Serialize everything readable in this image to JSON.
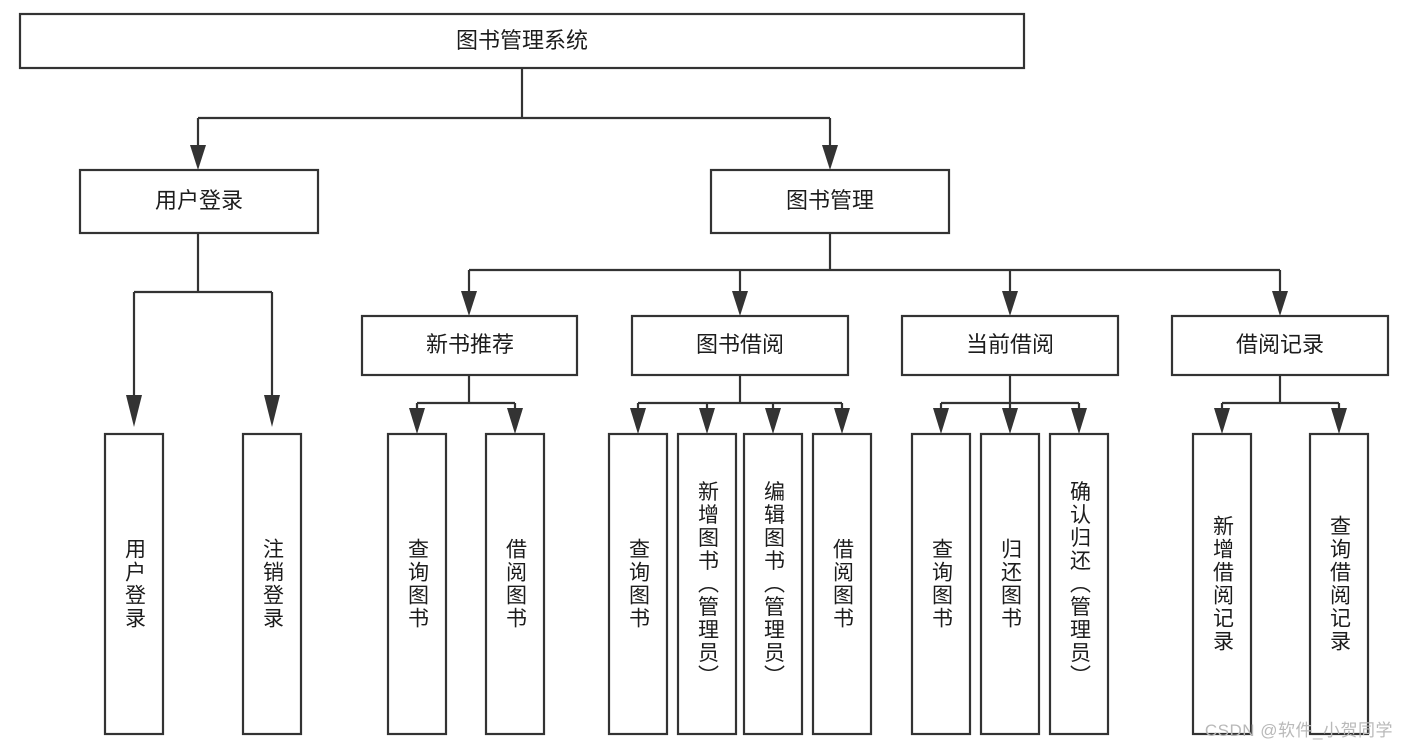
{
  "diagram": {
    "type": "tree-hierarchy-chart",
    "title": "图书管理系统",
    "watermark": "CSDN @软件_小贺同学",
    "levels": {
      "root": {
        "label": "图书管理系统",
        "orientation": "horizontal"
      },
      "level2": [
        {
          "label": "用户登录",
          "orientation": "horizontal"
        },
        {
          "label": "图书管理",
          "orientation": "horizontal"
        }
      ],
      "level3": [
        {
          "label": "新书推荐",
          "orientation": "horizontal",
          "parent": "图书管理"
        },
        {
          "label": "图书借阅",
          "orientation": "horizontal",
          "parent": "图书管理"
        },
        {
          "label": "当前借阅",
          "orientation": "horizontal",
          "parent": "图书管理"
        },
        {
          "label": "借阅记录",
          "orientation": "horizontal",
          "parent": "图书管理"
        }
      ],
      "leaves": [
        {
          "label": "用户登录",
          "orientation": "vertical",
          "parent": "用户登录"
        },
        {
          "label": "注销登录",
          "orientation": "vertical",
          "parent": "用户登录"
        },
        {
          "label": "查询图书",
          "orientation": "vertical",
          "parent": "新书推荐"
        },
        {
          "label": "借阅图书",
          "orientation": "vertical",
          "parent": "新书推荐"
        },
        {
          "label": "查询图书",
          "orientation": "vertical",
          "parent": "图书借阅"
        },
        {
          "label": "新增图书（管理员）",
          "orientation": "vertical",
          "parent": "图书借阅"
        },
        {
          "label": "编辑图书（管理员）",
          "orientation": "vertical",
          "parent": "图书借阅"
        },
        {
          "label": "借阅图书",
          "orientation": "vertical",
          "parent": "图书借阅"
        },
        {
          "label": "查询图书",
          "orientation": "vertical",
          "parent": "当前借阅"
        },
        {
          "label": "归还图书",
          "orientation": "vertical",
          "parent": "当前借阅"
        },
        {
          "label": "确认归还（管理员）",
          "orientation": "vertical",
          "parent": "当前借阅"
        },
        {
          "label": "新增借阅记录",
          "orientation": "vertical",
          "parent": "借阅记录"
        },
        {
          "label": "查询借阅记录",
          "orientation": "vertical",
          "parent": "借阅记录"
        }
      ]
    },
    "colors": {
      "box_fill": "#ffffff",
      "box_stroke": "#333333",
      "text": "#1c1c1c",
      "connector": "#333333",
      "watermark": "#b9b9b9",
      "background": "#ffffff"
    }
  }
}
